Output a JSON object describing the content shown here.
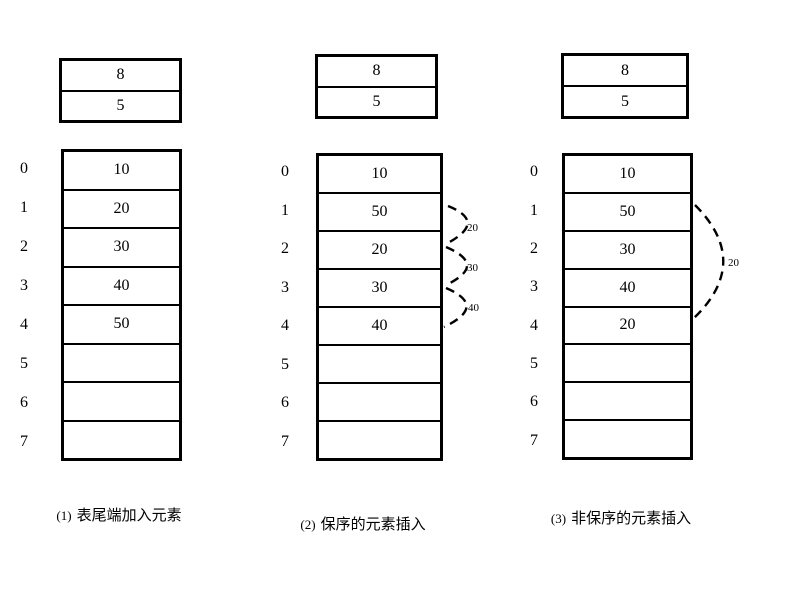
{
  "figure": {
    "colors": {
      "line": "#000000",
      "background": "#ffffff"
    },
    "diagrams": [
      {
        "caption_num": "(1)",
        "caption_text": "表尾端加入元素",
        "header_cells": [
          "8",
          "5"
        ],
        "indices": [
          "0",
          "1",
          "2",
          "3",
          "4",
          "5",
          "6",
          "7"
        ],
        "cells": [
          "10",
          "20",
          "30",
          "40",
          "50",
          "",
          "",
          ""
        ],
        "arrows": []
      },
      {
        "caption_num": "(2)",
        "caption_text": "保序的元素插入",
        "header_cells": [
          "8",
          "5"
        ],
        "indices": [
          "0",
          "1",
          "2",
          "3",
          "4",
          "5",
          "6",
          "7"
        ],
        "cells": [
          "10",
          "50",
          "20",
          "30",
          "40",
          "",
          "",
          ""
        ],
        "arrows": [
          {
            "label": "20",
            "from_index": 1,
            "to_index": 2
          },
          {
            "label": "30",
            "from_index": 2,
            "to_index": 3
          },
          {
            "label": "40",
            "from_index": 3,
            "to_index": 4
          }
        ]
      },
      {
        "caption_num": "(3)",
        "caption_text": "非保序的元素插入",
        "header_cells": [
          "8",
          "5"
        ],
        "indices": [
          "0",
          "1",
          "2",
          "3",
          "4",
          "5",
          "6",
          "7"
        ],
        "cells": [
          "10",
          "50",
          "30",
          "40",
          "20",
          "",
          "",
          ""
        ],
        "arrows": [
          {
            "label": "20",
            "from_index": 1,
            "to_index": 4
          }
        ]
      }
    ]
  }
}
